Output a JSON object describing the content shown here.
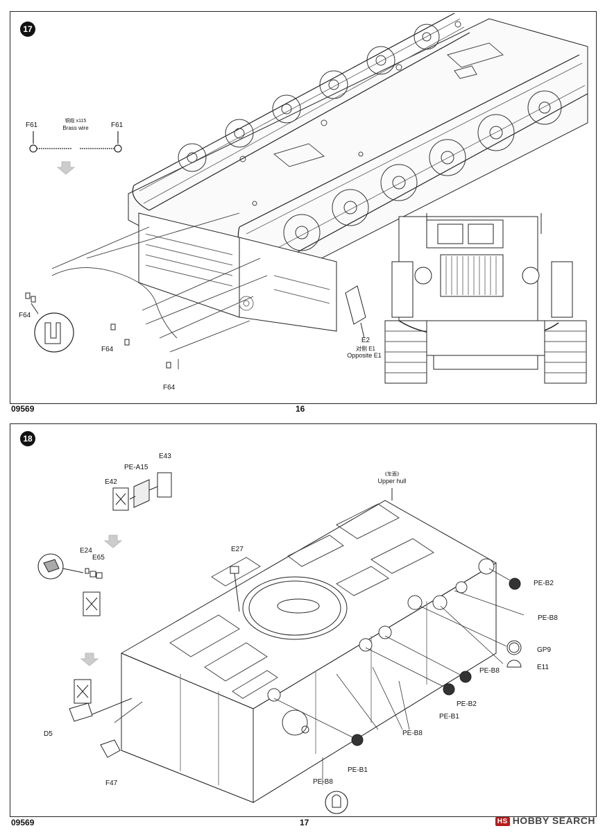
{
  "upper_page": {
    "step_number": "17",
    "footer_code": "09569",
    "page_number": "16",
    "labels": {
      "f61_left": "F61",
      "f61_right": "F61",
      "wire_cn": "铜缆 x115",
      "wire_en": "Brass wire",
      "f64_a": "F64",
      "f64_b": "F64",
      "f64_c": "F64",
      "e2": "E2",
      "e1_cn": "对侧 E1",
      "e1_en": "Opposite E1"
    }
  },
  "lower_page": {
    "step_number": "18",
    "footer_code": "09569",
    "page_number": "17",
    "labels": {
      "e43": "E43",
      "pe_a15": "PE-A15",
      "e42": "E42",
      "e24": "E24",
      "e65": "E65",
      "e27": "E27",
      "upper_hull_cn": "《车面》",
      "upper_hull_en": "Upper hull",
      "pe_b2_top": "PE-B2",
      "pe_b8_right": "PE-B8",
      "gp9": "GP9",
      "e11": "E11",
      "pe_b8_mid": "PE-B8",
      "pe_b2_bottom": "PE-B2",
      "pe_b1_mid": "PE-B1",
      "pe_b8_lower": "PE-B8",
      "pe_b1_bottom": "PE-B1",
      "pe_b8_bottom": "PE-B8",
      "d5": "D5",
      "f47": "F47"
    }
  },
  "watermark": {
    "badge": "HS",
    "text": "HOBBY SEARCH"
  }
}
